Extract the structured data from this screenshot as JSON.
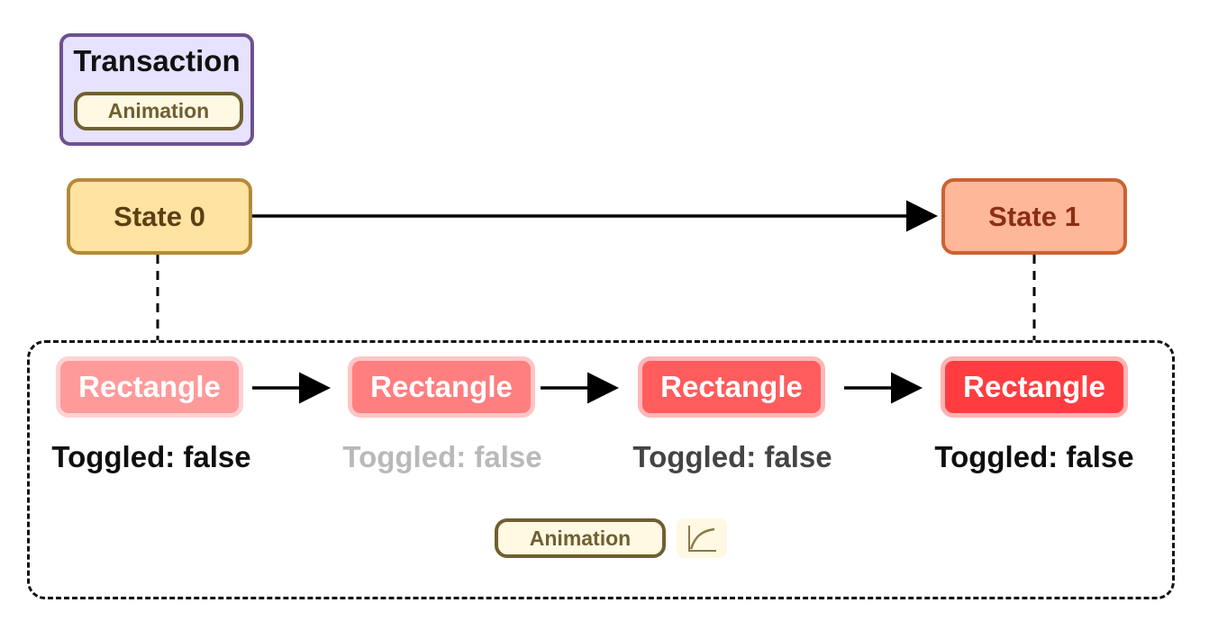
{
  "legend": {
    "transaction_label": "Transaction",
    "animation_label": "Animation"
  },
  "states": [
    {
      "label": "State 0"
    },
    {
      "label": "State 1"
    }
  ],
  "group": {
    "rectangles": [
      {
        "label": "Rectangle",
        "toggled_text": "Toggled: false"
      },
      {
        "label": "Rectangle",
        "toggled_text": "Toggled: false"
      },
      {
        "label": "Rectangle",
        "toggled_text": "Toggled: false"
      },
      {
        "label": "Rectangle",
        "toggled_text": "Toggled: false"
      }
    ],
    "animation_label": "Animation",
    "curve_icon": "ease-out-curve-icon"
  },
  "colors": {
    "transaction_fill": "#e6e2ff",
    "transaction_border": "#6d528f",
    "state0_fill": "#ffe3a1",
    "state1_fill": "#ffb79a",
    "rectangle_fills": [
      "#ff9a9b",
      "#ff7f80",
      "#ff5c5e",
      "#ff3d41"
    ]
  }
}
